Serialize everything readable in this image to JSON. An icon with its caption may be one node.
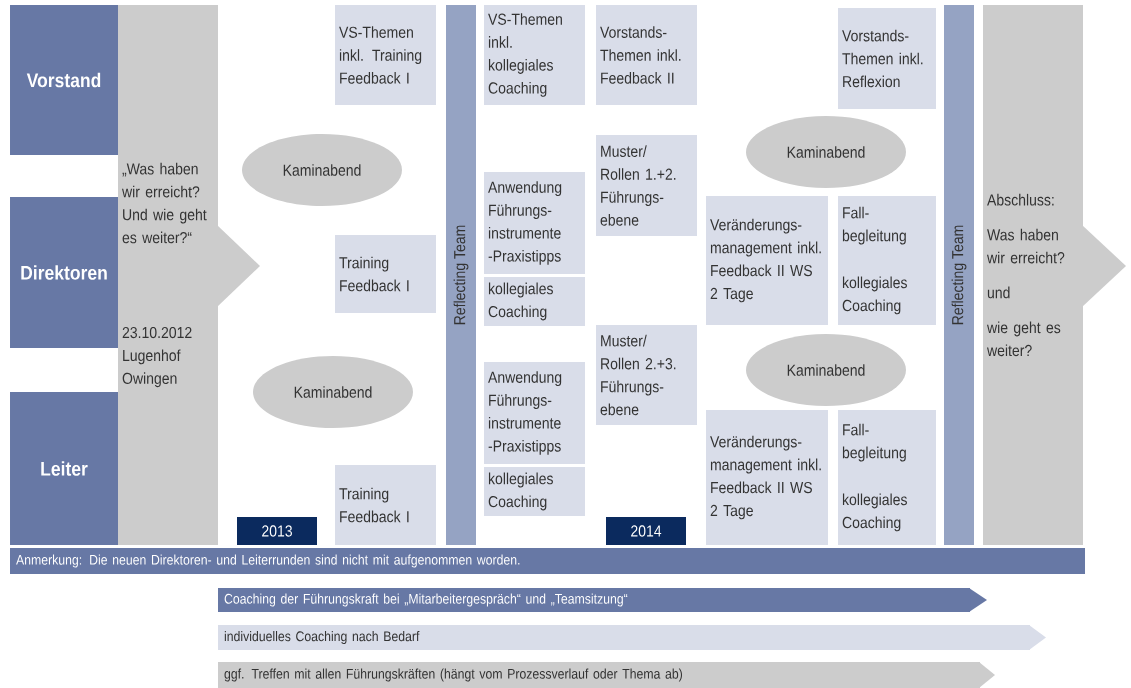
{
  "diagram": {
    "nodes": [
      {
        "text": [
          "Vorstand"
        ]
      },
      {
        "text": [
          "Direktoren"
        ]
      },
      {
        "text": [
          "Leiter"
        ]
      },
      {
        "text": [
          "„Was haben wir erreicht? Und wie geht es weiter?“",
          "23.10.2012 Lugenhof Owingen"
        ]
      },
      {
        "text": [
          "Kaminabend"
        ]
      },
      {
        "text": [
          "VS-Themen inkl. Training Feedback I"
        ]
      },
      {
        "text": [
          "Training Feedback I"
        ]
      },
      {
        "text": [
          "Kaminabend"
        ]
      },
      {
        "text": [
          "Training Feedback I"
        ]
      },
      {
        "text": [
          "2013"
        ]
      },
      {
        "text": [
          "Reflecting Team"
        ]
      },
      {
        "text": [
          "VS-Themen inkl. kollegiales Coaching"
        ]
      },
      {
        "text": [
          "Anwendung Führungs- instrumente -Praxistipps"
        ]
      },
      {
        "text": [
          "kollegiales Coaching"
        ]
      },
      {
        "text": [
          "Anwendung Führungs- instrumente -Praxistipps"
        ]
      },
      {
        "text": [
          "kollegiales Coaching"
        ]
      },
      {
        "text": [
          "Vorstands- Themen inkl. Feedback II"
        ]
      },
      {
        "text": [
          "Muster/ Rollen 1.+2. Führungs- ebene"
        ]
      },
      {
        "text": [
          "Muster/ Rollen 2.+3. Führungs- ebene"
        ]
      },
      {
        "text": [
          "2014"
        ]
      },
      {
        "text": [
          "Kaminabend"
        ]
      },
      {
        "text": [
          "Vorstands- Themen inkl. Reflexion"
        ]
      },
      {
        "text": [
          "Veränderungs- management inkl. Feedback II WS 2 Tage"
        ]
      },
      {
        "text": [
          "Fall- begleitung",
          "kollegiales Coaching"
        ]
      },
      {
        "text": [
          "Kaminabend"
        ]
      },
      {
        "text": [
          "Veränderungs- management inkl. Feedback II WS 2 Tage"
        ]
      },
      {
        "text": [
          "Fall- begleitung",
          "kollegiales Coaching"
        ]
      },
      {
        "text": [
          "Reflecting Team"
        ]
      },
      {
        "text": [
          "Abschluss:",
          "Was haben wir erreicht?",
          "und",
          "wie geht es weiter?"
        ]
      },
      {
        "text": [
          "Anmerkung: Die neuen Direktoren- und Leiterrunden sind nicht mit aufgenommen worden."
        ]
      },
      {
        "text": [
          "Coaching der Führungskraft bei „Mitarbeitergespräch“ und „Teamsitzung“"
        ]
      },
      {
        "text": [
          "individuelles Coaching nach Bedarf"
        ]
      },
      {
        "text": [
          "ggf. Treffen mit allen Führungskräften (hängt vom Prozessverlauf oder Thema ab)"
        ]
      }
    ]
  }
}
